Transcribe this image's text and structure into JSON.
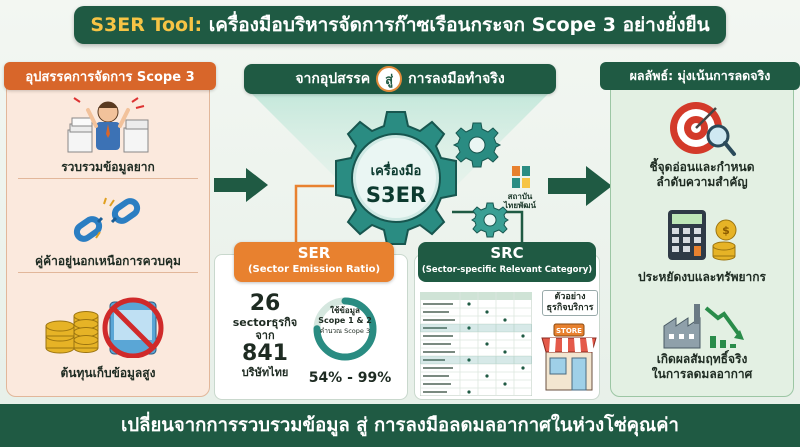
{
  "title": {
    "prefix": "S3ER Tool:",
    "main": " เครื่องมือบริหารจัดการก๊าซเรือนกระจก Scope 3 อย่างยั่งยืน"
  },
  "left": {
    "header": "อุปสรรคการจัดการ Scope 3",
    "items": [
      {
        "label": "รวบรวมข้อมูลยาก",
        "icon": "stressed-person-icon"
      },
      {
        "label": "คู่ค้าอยู่นอกเหนือการควบคุม",
        "icon": "broken-chain-icon"
      },
      {
        "label": "ต้นทุนเก็บข้อมูลสูง",
        "icon": "coins-software-icon"
      }
    ]
  },
  "middle": {
    "header_from": "จากอุปสรรค",
    "header_to_circle": "สู่",
    "header_dest": "การลงมือทำจริง",
    "gear_line1": "เครื่องมือ",
    "gear_line2": "S3ER",
    "logo_label_1": "สถาบัน",
    "logo_label_2": "ไทยพัฒน์"
  },
  "ser": {
    "title": "SER",
    "subtitle": "(Sector Emission Ratio)",
    "count_sectors": "26",
    "sectors_label": "sectorธุรกิจ",
    "from_label": "จาก",
    "count_companies": "841",
    "companies_label": "บริษัทไทย",
    "ring_line1": "ใช้ข้อมูล",
    "ring_line2": "Scope 1 & 2",
    "ring_line3": "คำนวณ Scope 3",
    "range": "54% - 99%",
    "ring_fill": 0.75
  },
  "src": {
    "title": "SRC",
    "subtitle": "(Sector-specific Relevant Category)",
    "shop_label_1": "ตัวอย่าง",
    "shop_label_2": "ธุรกิจบริการ",
    "store_sign": "STORE"
  },
  "right": {
    "header": "ผลลัพธ์: มุ่งเน้นการลดจริง",
    "items": [
      {
        "line1": "ชี้จุดอ่อนและกำหนด",
        "line2": "ลำดับความสำคัญ",
        "icon": "target-magnifier-icon"
      },
      {
        "line1": "ประหยัดงบและทรัพยากร",
        "line2": "",
        "icon": "calculator-coins-icon"
      },
      {
        "line1": "เกิดผลสัมฤทธิ์จริง",
        "line2": "ในการลดมลอากาศ",
        "icon": "factory-decline-icon"
      }
    ]
  },
  "bottom": "เปลี่ยนจากการรวบรวมข้อมูล สู่ การลงมือลดมลอากาศในห่วงโซ่คุณค่า",
  "colors": {
    "dark_green": "#1f5a43",
    "orange": "#e8812f",
    "accent_yellow": "#f6c445",
    "teal": "#2a8c82"
  }
}
